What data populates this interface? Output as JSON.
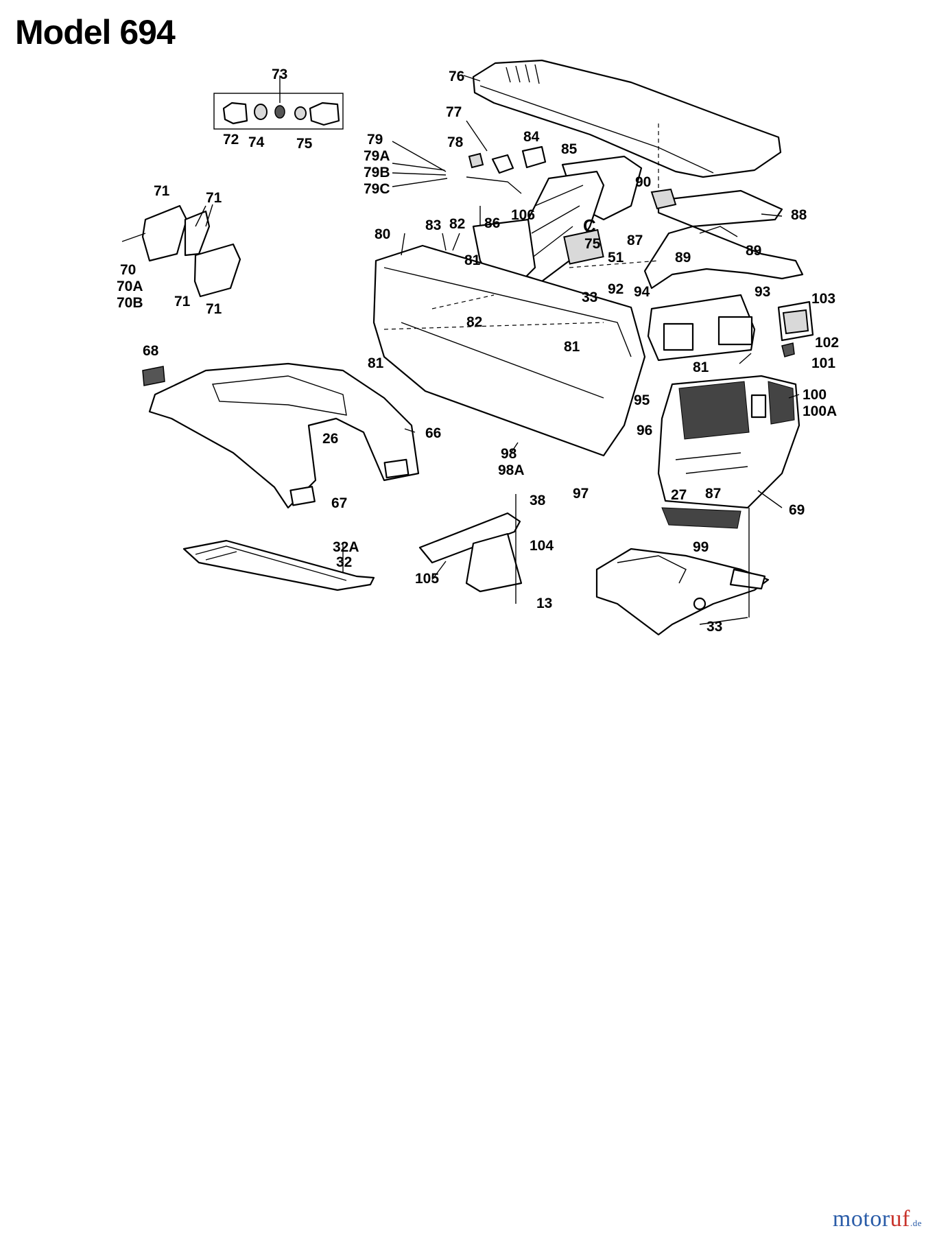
{
  "title": "Model 694",
  "watermark": {
    "brand_a": "motor",
    "brand_b": "uf",
    "brand_c": ".de"
  },
  "labels": [
    {
      "id": "l73",
      "text": "73"
    },
    {
      "id": "l72",
      "text": "72"
    },
    {
      "id": "l74",
      "text": "74"
    },
    {
      "id": "l75a",
      "text": "75"
    },
    {
      "id": "l76",
      "text": "76"
    },
    {
      "id": "l77",
      "text": "77"
    },
    {
      "id": "l78",
      "text": "78"
    },
    {
      "id": "l84",
      "text": "84"
    },
    {
      "id": "l85",
      "text": "85"
    },
    {
      "id": "l79",
      "text": "79"
    },
    {
      "id": "l79A",
      "text": "79A"
    },
    {
      "id": "l79B",
      "text": "79B"
    },
    {
      "id": "l79C",
      "text": "79C"
    },
    {
      "id": "l90",
      "text": "90"
    },
    {
      "id": "l88",
      "text": "88"
    },
    {
      "id": "l71a",
      "text": "71"
    },
    {
      "id": "l71b",
      "text": "71"
    },
    {
      "id": "l70",
      "text": "70"
    },
    {
      "id": "l70A",
      "text": "70A"
    },
    {
      "id": "l70B",
      "text": "70B"
    },
    {
      "id": "l71c",
      "text": "71"
    },
    {
      "id": "l71d",
      "text": "71"
    },
    {
      "id": "l80",
      "text": "80"
    },
    {
      "id": "l83",
      "text": "83"
    },
    {
      "id": "l82a",
      "text": "82"
    },
    {
      "id": "l86",
      "text": "86"
    },
    {
      "id": "l106",
      "text": "106"
    },
    {
      "id": "lC",
      "text": "C"
    },
    {
      "id": "l75b",
      "text": "75"
    },
    {
      "id": "l51",
      "text": "51"
    },
    {
      "id": "l81a",
      "text": "81"
    },
    {
      "id": "l87a",
      "text": "87"
    },
    {
      "id": "l89a",
      "text": "89"
    },
    {
      "id": "l89b",
      "text": "89"
    },
    {
      "id": "l33a",
      "text": "33"
    },
    {
      "id": "l92",
      "text": "92"
    },
    {
      "id": "l94",
      "text": "94"
    },
    {
      "id": "l93",
      "text": "93"
    },
    {
      "id": "l103",
      "text": "103"
    },
    {
      "id": "l82b",
      "text": "82"
    },
    {
      "id": "l81b",
      "text": "81"
    },
    {
      "id": "l81c",
      "text": "81"
    },
    {
      "id": "l102",
      "text": "102"
    },
    {
      "id": "l101",
      "text": "101"
    },
    {
      "id": "l68",
      "text": "68"
    },
    {
      "id": "l81d",
      "text": "81"
    },
    {
      "id": "l100",
      "text": "100"
    },
    {
      "id": "l100A",
      "text": "100A"
    },
    {
      "id": "l95",
      "text": "95"
    },
    {
      "id": "l26",
      "text": "26"
    },
    {
      "id": "l66",
      "text": "66"
    },
    {
      "id": "l96",
      "text": "96"
    },
    {
      "id": "l98",
      "text": "98"
    },
    {
      "id": "l98A",
      "text": "98A"
    },
    {
      "id": "l97",
      "text": "97"
    },
    {
      "id": "l27",
      "text": "27"
    },
    {
      "id": "l87b",
      "text": "87"
    },
    {
      "id": "l69",
      "text": "69"
    },
    {
      "id": "l38",
      "text": "38"
    },
    {
      "id": "l67",
      "text": "67"
    },
    {
      "id": "l32A",
      "text": "32A"
    },
    {
      "id": "l32",
      "text": "32"
    },
    {
      "id": "l104",
      "text": "104"
    },
    {
      "id": "l99",
      "text": "99"
    },
    {
      "id": "l105",
      "text": "105"
    },
    {
      "id": "l13",
      "text": "13"
    },
    {
      "id": "l33b",
      "text": "33"
    }
  ]
}
